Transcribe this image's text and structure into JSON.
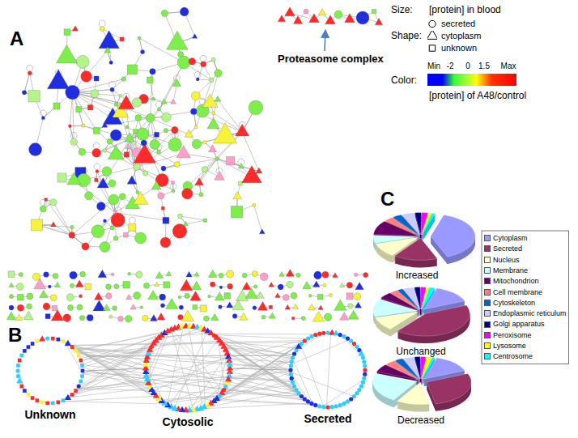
{
  "diagram": {
    "nodes": [
      {
        "text": [
          "Unknown"
        ]
      },
      {
        "text": [
          "Cytosolic"
        ]
      },
      {
        "text": [
          "Secreted"
        ]
      }
    ],
    "edges": [
      {
        "from": 0,
        "to": 1,
        "arrow": "none"
      },
      {
        "from": 1,
        "to": 2,
        "arrow": "none"
      },
      {
        "from": 0,
        "to": 2,
        "arrow": "none"
      }
    ],
    "labels": [
      "A",
      "Proteasome complex",
      "Size:",
      "[protein] in blood",
      "Shape:",
      "Color:",
      "Min",
      "-2",
      "0",
      "1.5",
      "Max",
      "[protein] of A48/control",
      "B",
      "C",
      "Increased",
      "Unchanged",
      "Decreased"
    ],
    "legend": [
      {
        "text": "secreted"
      },
      {
        "text": "cytoplasm"
      },
      {
        "text": "unknown"
      },
      {
        "text": "Cytoplasm",
        "color": "#9999ff"
      },
      {
        "text": "Secreted",
        "color": "#993366"
      },
      {
        "text": "Nucleus",
        "color": "#ffffcc"
      },
      {
        "text": "Membrane",
        "color": "#ccffff"
      },
      {
        "text": "Mitochondrion",
        "color": "#660066"
      },
      {
        "text": "Cell membrane",
        "color": "#ff8080"
      },
      {
        "text": "Cytoskeleton",
        "color": "#0066cc"
      },
      {
        "text": "Endoplasmic reticulum",
        "color": "#ccccff"
      },
      {
        "text": "Golgi apparatus",
        "color": "#000080"
      },
      {
        "text": "Peroxisome",
        "color": "#ff00ff"
      },
      {
        "text": "Lysosome",
        "color": "#ffff00"
      },
      {
        "text": "Centrosome",
        "color": "#00ffff"
      }
    ]
  }
}
